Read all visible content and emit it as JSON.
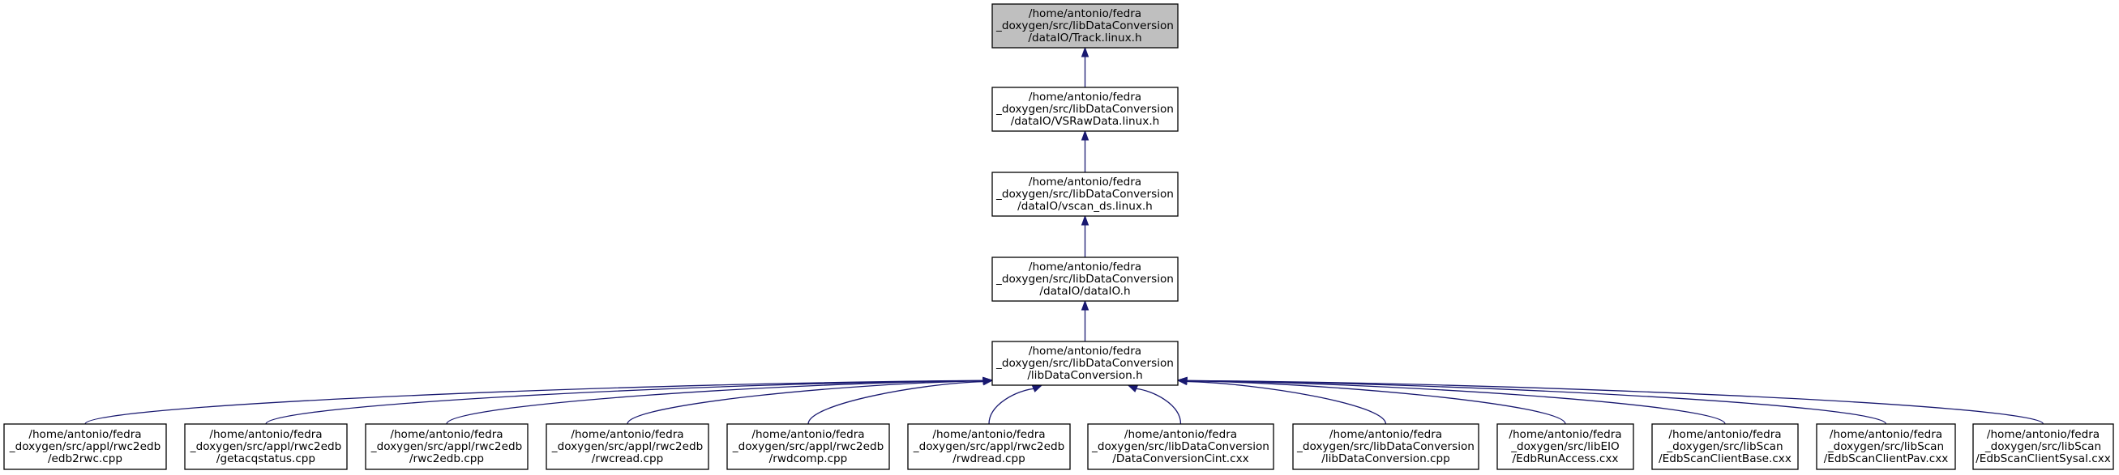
{
  "colors": {
    "edge": "#191970",
    "root_fill": "#bfbfbf",
    "node_fill": "#ffffff",
    "border": "#000000"
  },
  "nodes": [
    {
      "id": "track",
      "lines": [
        "/home/antonio/fedra",
        "_doxygen/src/libDataConversion",
        "/dataIO/Track.linux.h"
      ],
      "highlighted": true
    },
    {
      "id": "vsrawdata",
      "lines": [
        "/home/antonio/fedra",
        "_doxygen/src/libDataConversion",
        "/dataIO/VSRawData.linux.h"
      ]
    },
    {
      "id": "vscan_ds",
      "lines": [
        "/home/antonio/fedra",
        "_doxygen/src/libDataConversion",
        "/dataIO/vscan_ds.linux.h"
      ]
    },
    {
      "id": "dataio",
      "lines": [
        "/home/antonio/fedra",
        "_doxygen/src/libDataConversion",
        "/dataIO/dataIO.h"
      ]
    },
    {
      "id": "libdataconversion_h",
      "lines": [
        "/home/antonio/fedra",
        "_doxygen/src/libDataConversion",
        "/libDataConversion.h"
      ]
    },
    {
      "id": "edb2rwc",
      "lines": [
        "/home/antonio/fedra",
        "_doxygen/src/appl/rwc2edb",
        "/edb2rwc.cpp"
      ]
    },
    {
      "id": "getacqstatus",
      "lines": [
        "/home/antonio/fedra",
        "_doxygen/src/appl/rwc2edb",
        "/getacqstatus.cpp"
      ]
    },
    {
      "id": "rwc2edb",
      "lines": [
        "/home/antonio/fedra",
        "_doxygen/src/appl/rwc2edb",
        "/rwc2edb.cpp"
      ]
    },
    {
      "id": "rwcread",
      "lines": [
        "/home/antonio/fedra",
        "_doxygen/src/appl/rwc2edb",
        "/rwcread.cpp"
      ]
    },
    {
      "id": "rwdcomp",
      "lines": [
        "/home/antonio/fedra",
        "_doxygen/src/appl/rwc2edb",
        "/rwdcomp.cpp"
      ]
    },
    {
      "id": "rwdread",
      "lines": [
        "/home/antonio/fedra",
        "_doxygen/src/appl/rwc2edb",
        "/rwdread.cpp"
      ]
    },
    {
      "id": "dataconversioncint",
      "lines": [
        "/home/antonio/fedra",
        "_doxygen/src/libDataConversion",
        "/DataConversionCint.cxx"
      ]
    },
    {
      "id": "libdataconversion_cpp",
      "lines": [
        "/home/antonio/fedra",
        "_doxygen/src/libDataConversion",
        "/libDataConversion.cpp"
      ]
    },
    {
      "id": "edbrunaccess",
      "lines": [
        "/home/antonio/fedra",
        "_doxygen/src/libEIO",
        "/EdbRunAccess.cxx"
      ]
    },
    {
      "id": "edbscanclientbase",
      "lines": [
        "/home/antonio/fedra",
        "_doxygen/src/libScan",
        "/EdbScanClientBase.cxx"
      ]
    },
    {
      "id": "edbscanclientpav",
      "lines": [
        "/home/antonio/fedra",
        "_doxygen/src/libScan",
        "/EdbScanClientPav.cxx"
      ]
    },
    {
      "id": "edbscanclientsysal",
      "lines": [
        "/home/antonio/fedra",
        "_doxygen/src/libScan",
        "/EdbScanClientSysal.cxx"
      ]
    }
  ],
  "edges": [
    {
      "from": "vsrawdata",
      "to": "track"
    },
    {
      "from": "vscan_ds",
      "to": "vsrawdata"
    },
    {
      "from": "dataio",
      "to": "vscan_ds"
    },
    {
      "from": "libdataconversion_h",
      "to": "dataio"
    },
    {
      "from": "edb2rwc",
      "to": "libdataconversion_h"
    },
    {
      "from": "getacqstatus",
      "to": "libdataconversion_h"
    },
    {
      "from": "rwc2edb",
      "to": "libdataconversion_h"
    },
    {
      "from": "rwcread",
      "to": "libdataconversion_h"
    },
    {
      "from": "rwdcomp",
      "to": "libdataconversion_h"
    },
    {
      "from": "rwdread",
      "to": "libdataconversion_h"
    },
    {
      "from": "dataconversioncint",
      "to": "libdataconversion_h"
    },
    {
      "from": "libdataconversion_cpp",
      "to": "libdataconversion_h"
    },
    {
      "from": "edbrunaccess",
      "to": "libdataconversion_h"
    },
    {
      "from": "edbscanclientbase",
      "to": "libdataconversion_h"
    },
    {
      "from": "edbscanclientpav",
      "to": "libdataconversion_h"
    },
    {
      "from": "edbscanclientsysal",
      "to": "libdataconversion_h"
    }
  ]
}
